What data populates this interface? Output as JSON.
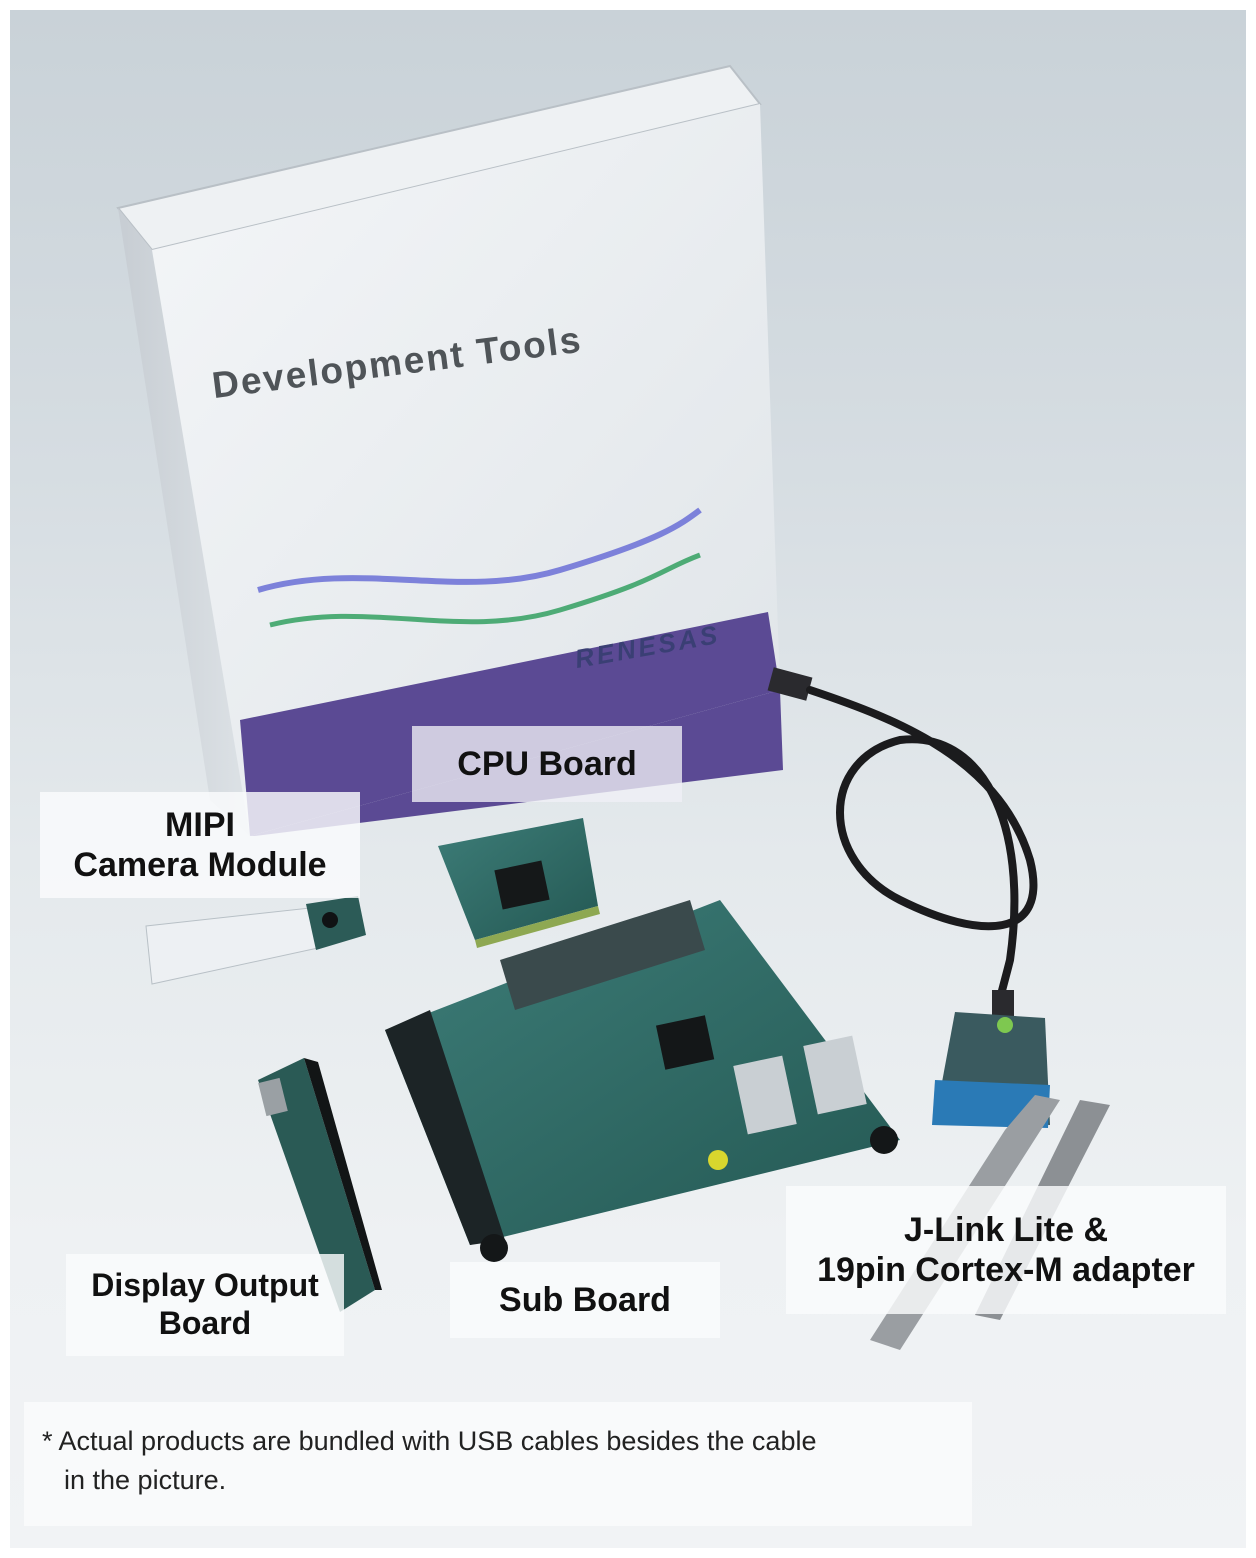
{
  "image": {
    "description": "Product photo of a Renesas development kit: boxed kit with CPU board, sub board, MIPI camera module, display output board, J-Link Lite debugger with 19pin Cortex-M adapter and USB cable",
    "background_color": "#dde3e7",
    "accent_purple": "#5b4a94",
    "pcb_color": "#2f6a66"
  },
  "box": {
    "title": "Development Tools",
    "brand": "RENESAS"
  },
  "labels": {
    "cpu_board": [
      "CPU Board"
    ],
    "mipi_camera": [
      "MIPI",
      "Camera Module"
    ],
    "display_output": [
      "Display Output",
      "Board"
    ],
    "sub_board": [
      "Sub Board"
    ],
    "jlink": [
      "J-Link Lite &",
      "19pin Cortex-M adapter"
    ]
  },
  "note": {
    "line1": "* Actual products are bundled with USB cables besides the cable",
    "line2": "in the picture."
  }
}
